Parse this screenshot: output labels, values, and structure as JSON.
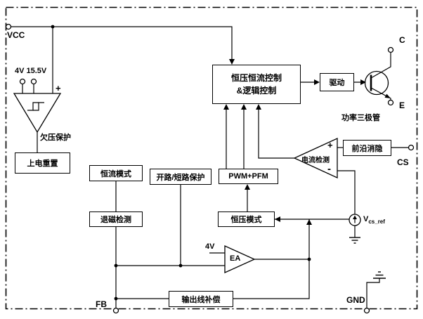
{
  "pins": {
    "vcc": "VCC",
    "collector": "C",
    "emitter": "E",
    "cs": "CS",
    "fb": "FB",
    "gnd": "GND"
  },
  "blocks": {
    "control_line1": "恒压恒流控制",
    "control_line2": "&逻辑控制",
    "driver": "驱动",
    "power_on_reset": "上电重置",
    "cc_mode": "恒流模式",
    "open_short_protection": "开路/短路保护",
    "pwm_pfm": "PWM+PFM",
    "demag_detect": "退磁检测",
    "cv_mode": "恒压模式",
    "leading_edge_blanking": "前沿消隐",
    "output_line_compensation": "输出线补偿",
    "current_sense": "电流检测",
    "error_amplifier": "EA"
  },
  "labels": {
    "uvlo_name": "欠压保护",
    "uvlo_thresholds": "4V 15.5V",
    "power_transistor": "功率三极管",
    "ea_reference": "4V",
    "vcs_ref_base": "V",
    "vcs_ref_sub": "cs_ref",
    "plus": "+",
    "minus": "-"
  }
}
